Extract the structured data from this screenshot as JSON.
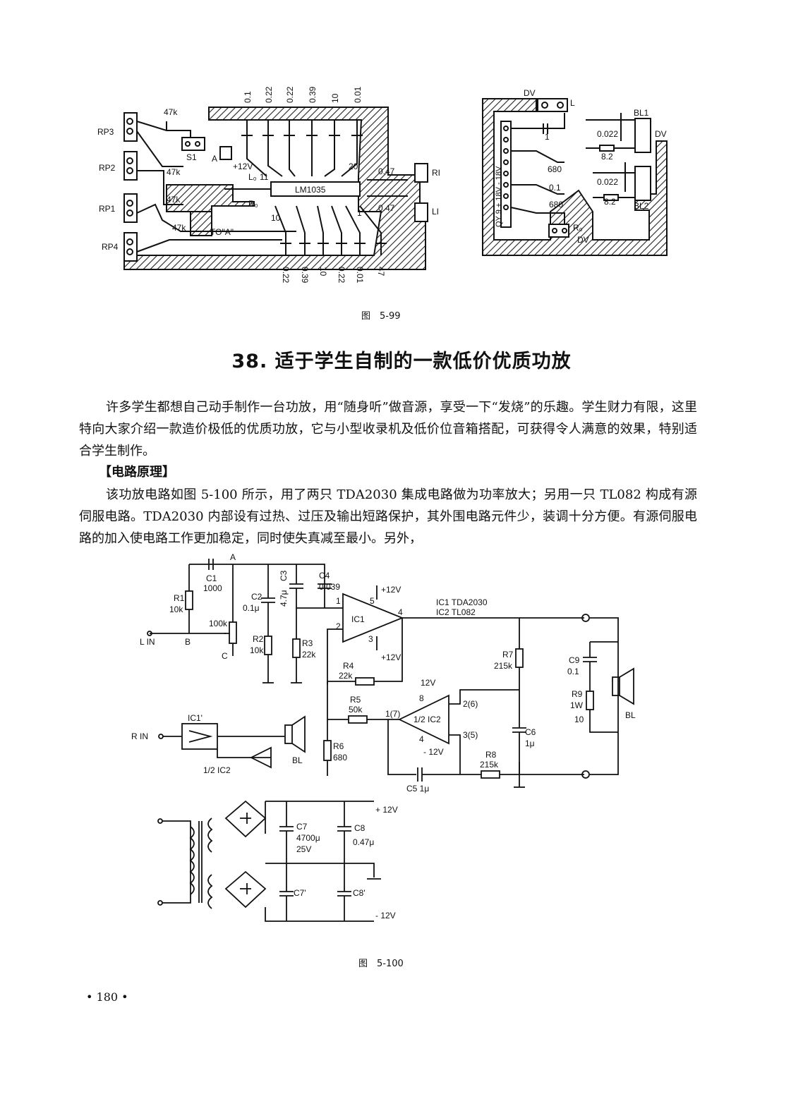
{
  "fig99": {
    "caption": "图　5-99",
    "left": {
      "top_caps": [
        "0.1",
        "0.22",
        "0.22",
        "0.39",
        "10",
        "0.01"
      ],
      "bottom_caps": [
        "0.22",
        "0.39",
        "10",
        "0.22",
        "0.01",
        "47"
      ],
      "pots": [
        "RP3",
        "RP2",
        "RP1",
        "RP4"
      ],
      "res_labels": [
        "47k",
        "47k",
        "47k",
        "47k"
      ],
      "s1": "S1",
      "a": "A",
      "plus12": "+12V",
      "lo": "L₀",
      "pin11": "11",
      "pin20": "20",
      "chip": "LM1035",
      "ro": "R₀",
      "pin10": "10",
      "pin1": "1",
      "to_a": "TO\"A\"",
      "cap_r": "0.47",
      "cap_l": "0.47",
      "ri": "RI",
      "li": "LI"
    },
    "right": {
      "dv_top": "DV",
      "l": "L",
      "one": "1",
      "bl1": "BL1",
      "c022a": "0.022",
      "dv_r": "DV",
      "r82a": "8.2",
      "c680a": "680",
      "c01": "0.1",
      "c022b": "0.022",
      "r82b": "8.2",
      "bl2": "BL2",
      "c680b": "680",
      "ro": "R₀",
      "dv_bot": "DV",
      "strip": "QY 9 + 18V - 18V"
    }
  },
  "title": "38. 适于学生自制的一款低价优质功放",
  "intro": "许多学生都想自己动手制作一台功放，用“随身听”做音源，享受一下“发烧”的乐趣。学生财力有限，这里特向大家介绍一款造价极低的优质功放，它与小型收录机及低价位音箱搭配，可获得令人满意的效果，特别适合学生制作。",
  "heading": "【电路原理】",
  "body": "该功放电路如图 5-100 所示，用了两只 TDA2030 集成电路做为功率放大；另用一只 TL082 构成有源伺服电路。TDA2030 内部设有过热、过压及输出短路保护，其外围电路元件少，装调十分方便。有源伺服电路的加入使电路工作更加稳定，同时使失真减至最小。另外，",
  "fig100": {
    "caption": "图　5-100",
    "A": "A",
    "C1": "C1",
    "C1v": "1000",
    "R1": "R1",
    "R1v": "10k",
    "LIN": "L IN",
    "B": "B",
    "pot": "100k",
    "C": "C",
    "C2": "C2",
    "C2v": "0.1μ",
    "R2": "R2",
    "R2v": "10k",
    "C3": "C3",
    "C3v": "4.7μ",
    "R3": "R3",
    "R3v": "22k",
    "C4": "C4",
    "C4v": "0.039",
    "pin1": "1",
    "pin2": "2",
    "pin5": "5",
    "p12a": "+12V",
    "pin4": "4",
    "pin3": "3",
    "p12b": "+12V",
    "IC1": "IC1",
    "ic_note1": "IC1 TDA2030",
    "ic_note2": "IC2 TL082",
    "R4": "R4",
    "R4v": "22k",
    "R5": "R5",
    "R5v": "50k",
    "R6": "R6",
    "R6v": "680",
    "R7": "R7",
    "R7v": "215k",
    "v12": "12V",
    "p8": "8",
    "p17": "1(7)",
    "half": "1/2 IC2",
    "p4": "4",
    "m12": "- 12V",
    "p26": "2(6)",
    "p35": "3(5)",
    "C6": "C6",
    "C6v": "1μ",
    "R8": "R8",
    "R8v": "215k",
    "C5": "C5 1μ",
    "C9": "C9",
    "C9v": "0.1",
    "R9": "R9",
    "R9w": "1W",
    "R9v": "10",
    "BL": "BL",
    "RIN": "R IN",
    "IC1p": "IC1'",
    "halfIC2": "1/2 IC2",
    "BL2": "BL",
    "C7": "C7",
    "C7v": "4700μ",
    "C7v2": "25V",
    "C8": "C8",
    "C8v": "0.47μ",
    "p12c": "+ 12V",
    "C7p": "C7'",
    "C8p": "C8'",
    "m12b": "- 12V"
  },
  "page_number": "• 180 •"
}
